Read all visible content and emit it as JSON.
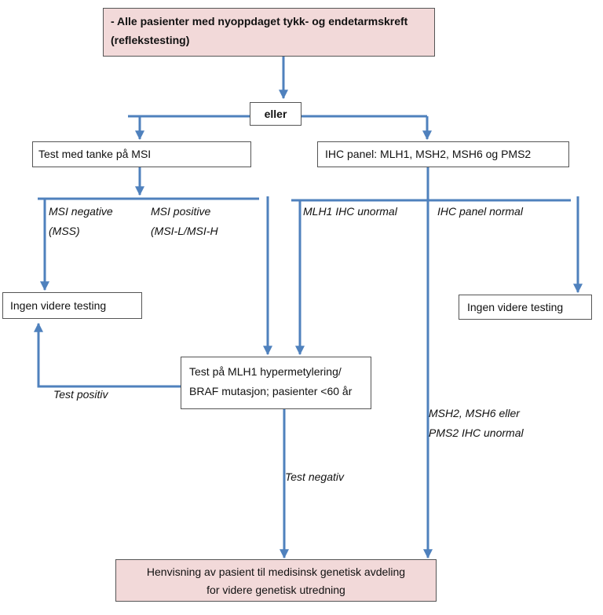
{
  "colors": {
    "line": "#4f81bd",
    "pink_box": "#f2d9d9",
    "box_border": "#555555"
  },
  "nodes": {
    "top": [
      "- Alle pasienter med nyoppdaget tykk- og endetarmskreft",
      "(reflekstesting)"
    ],
    "eller": "eller",
    "msi_test": "Test med tanke på MSI",
    "ihc_panel": "IHC panel: MLH1, MSH2, MSH6 og PMS2",
    "ingen_left": "Ingen videre testing",
    "ingen_right": "Ingen videre testing",
    "mlh1_test": [
      "Test på MLH1 hypermetylering/",
      "BRAF mutasjon; pasienter <60 år"
    ],
    "henvisning": [
      "Henvisning av pasient til medisinsk genetisk avdeling",
      "for videre genetisk utredning"
    ]
  },
  "labels": {
    "msi_negative": [
      "MSI negative",
      "(MSS)"
    ],
    "msi_positive": [
      "MSI positive",
      "(MSI-L/MSI-H"
    ],
    "mlh1_ihc_unormal": "MLH1 IHC unormal",
    "ihc_panel_normal": "IHC panel normal",
    "test_positiv": "Test positiv",
    "test_negativ": "Test negativ",
    "msh2_msh6_pms2": [
      "MSH2, MSH6 eller",
      "PMS2 IHC unormal"
    ]
  }
}
